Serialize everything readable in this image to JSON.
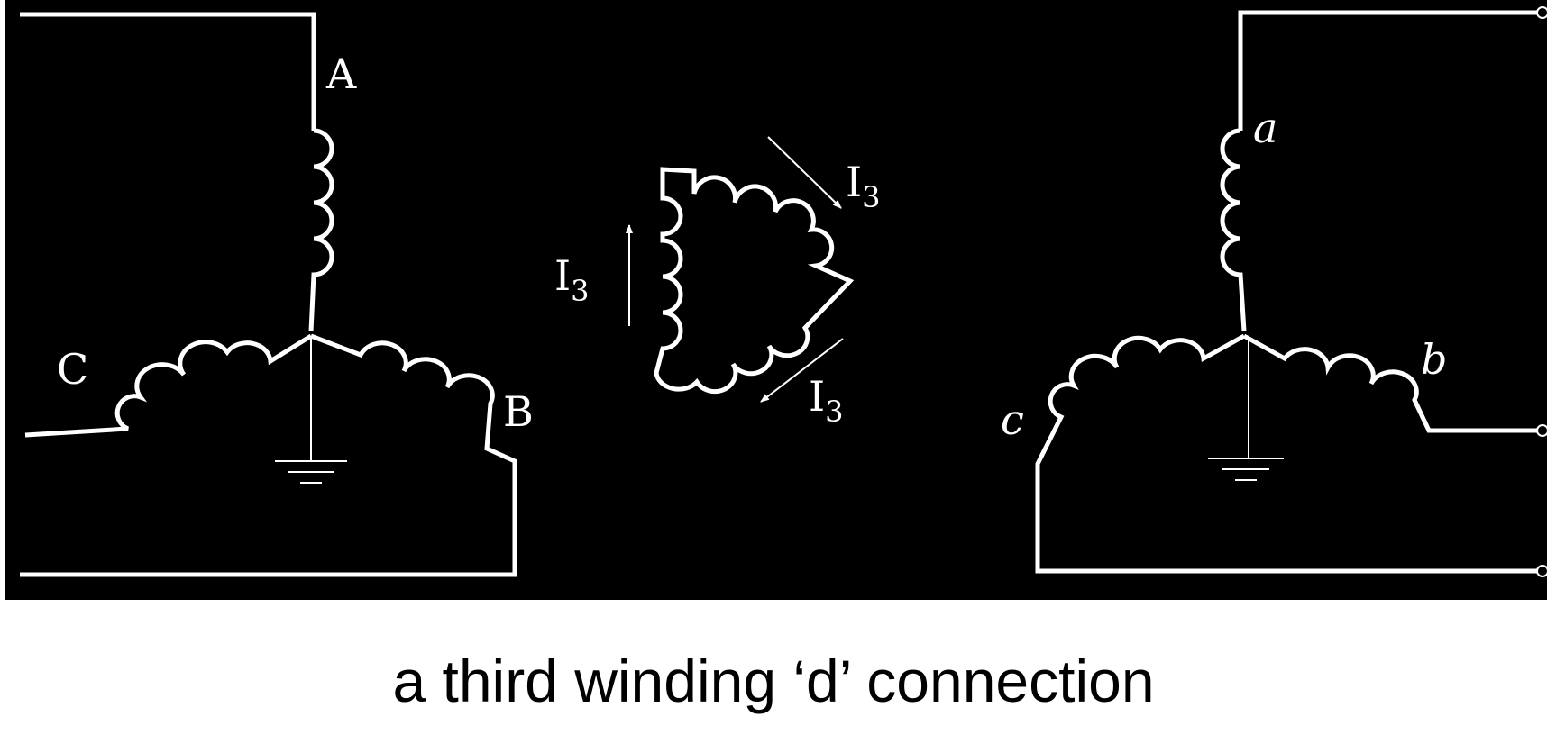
{
  "primary": {
    "label_a": "A",
    "label_b": "B",
    "label_c": "C"
  },
  "secondary": {
    "label_a": "a",
    "label_b": "b",
    "label_c": "c"
  },
  "tertiary": {
    "current_symbol": "I",
    "current_subscript": "3"
  },
  "caption": "a third winding ‘d’ connection",
  "colors": {
    "diagram_background": "#000000",
    "wire": "#ffffff",
    "page_background": "#ffffff",
    "caption": "#000000"
  }
}
